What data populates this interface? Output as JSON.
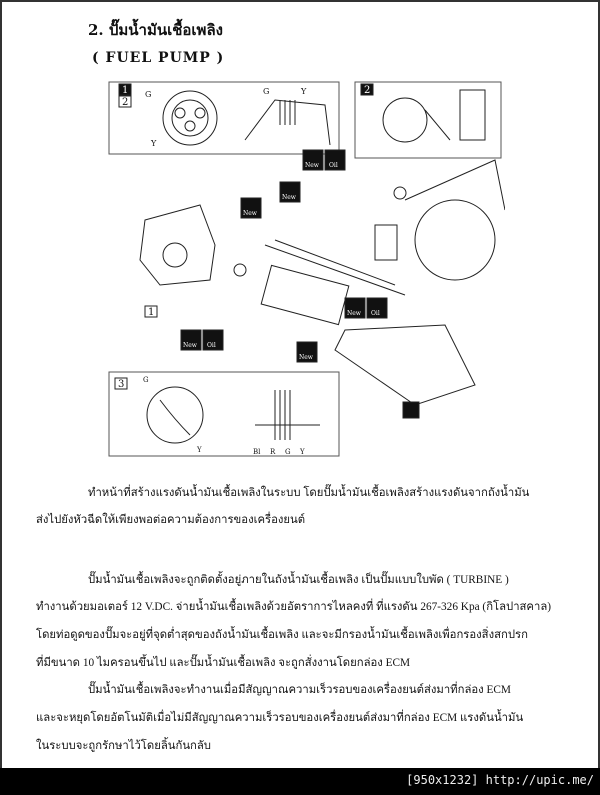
{
  "heading": {
    "title": "2. ปั๊มน้ำมันเชื้อเพลิง",
    "subtitle": "( FUEL PUMP )"
  },
  "diagram": {
    "callouts": [
      "1",
      "2",
      "3"
    ],
    "wire_labels": {
      "g": "G",
      "y": "Y",
      "bl": "Bl",
      "r": "R"
    },
    "badges": {
      "new": "New",
      "oil": "Oil"
    }
  },
  "paragraphs": [
    [
      "ทำหน้าที่สร้างแรงดันน้ำมันเชื้อเพลิงในระบบ  โดยปั๊มน้ำมันเชื้อเพลิงสร้างแรงดันจากถังน้ำมัน",
      "ส่งไปยังหัวฉีดให้เพียงพอต่อความต้องการของเครื่องยนต์"
    ],
    [
      "ปั๊มน้ำมันเชื้อเพลิงจะถูกติดตั้งอยู่ภายในถังน้ำมันเชื้อเพลิง  เป็นปั๊มแบบใบพัด ( TURBINE )",
      "ทำงานด้วยมอเตอร์ 12 V.DC. จ่ายน้ำมันเชื้อเพลิงด้วยอัตราการไหลคงที่ ที่แรงดัน 267-326  Kpa (กิโลปาสคาล)",
      "โดยท่อดูดของปั๊มจะอยู่ที่จุดต่ำสุดของถังน้ำมันเชื้อเพลิง  และจะมีกรองน้ำมันเชื้อเพลิงเพื่อกรองสิ่งสกปรก",
      "ที่มีขนาด  10 ไมครอนขึ้นไป  และปั๊มน้ำมันเชื้อเพลิง จะถูกสั่งงานโดยกล่อง ECM"
    ],
    [
      "ปั๊มน้ำมันเชื้อเพลิงจะทำงานเมื่อมีสัญญาณความเร็วรอบของเครื่องยนต์ส่งมาที่กล่อง ECM",
      "และจะหยุดโดยอัตโนมัติเมื่อไม่มีสัญญาณความเร็วรอบของเครื่องยนต์ส่งมาที่กล่อง ECM  แรงดันน้ำมัน",
      "ในระบบจะถูกรักษาไว้โดยลิ้นกันกลับ"
    ]
  ],
  "watermark": "[950x1232] http://upic.me/"
}
